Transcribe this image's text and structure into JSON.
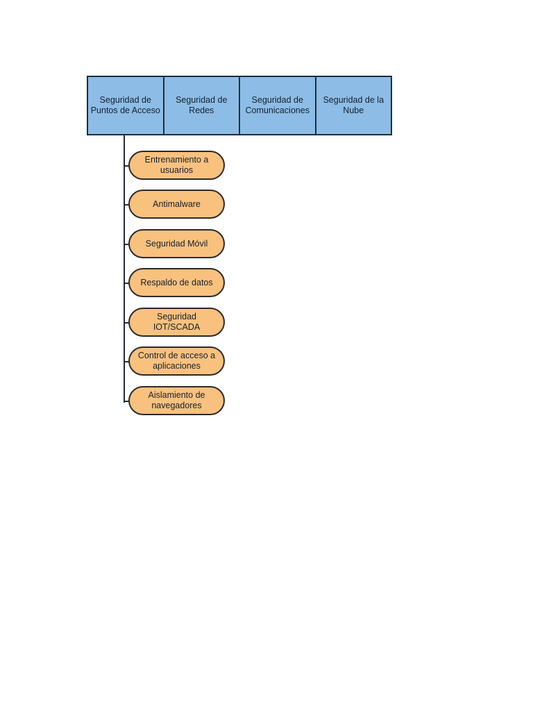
{
  "colors": {
    "header_fill": "#8dbde6",
    "pill_fill": "#f9c17e",
    "line": "#1f2d3a"
  },
  "header": {
    "cells": [
      "Seguridad de\nPuntos de Acceso",
      "Seguridad de\nRedes",
      "Seguridad de\nComunicaciones",
      "Seguridad de la\nNube"
    ]
  },
  "children": [
    "Entrenamiento a\nusuarios",
    "Antimalware",
    "Seguridad Móvil",
    "Respaldo de datos",
    "Seguridad IOT/SCADA",
    "Control de acceso a\naplicaciones",
    "Aislamiento de\nnavegadores"
  ]
}
